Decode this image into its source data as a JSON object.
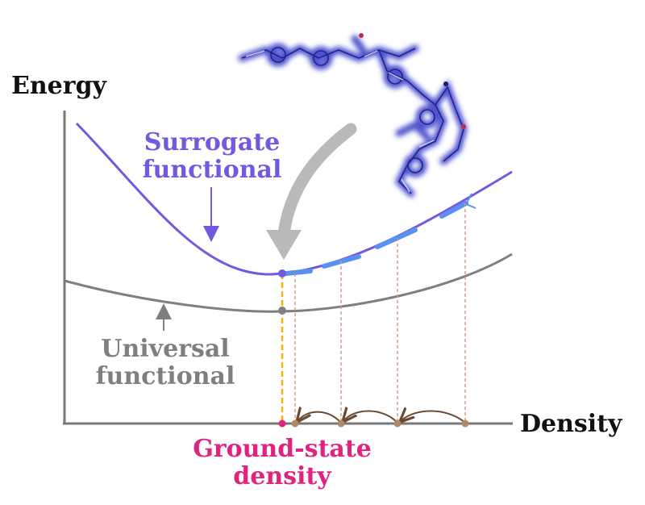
{
  "labels": {
    "y_axis": "Energy",
    "x_axis": "Density",
    "surrogate_line1": "Surrogate",
    "surrogate_line2": "functional",
    "universal_line1": "Universal",
    "universal_line2": "functional",
    "ground_line1": "Ground-state",
    "ground_line2": "density"
  },
  "colors": {
    "surrogate": "#7458e0",
    "surrogate_dashes": "#5b8ff0",
    "universal": "#7f7f7f",
    "ground": "#e0237e",
    "ground_dashes": "#f5b400",
    "density_markers": "#b08864",
    "iteration_arrows": "#6a4a33",
    "guide_lines": "#c89a80",
    "big_arrow": "#b9b9b9",
    "molecule": "#2e33c6",
    "axes": "#777777"
  },
  "icons": [
    "molecule-icon",
    "big-curved-arrow-icon"
  ]
}
